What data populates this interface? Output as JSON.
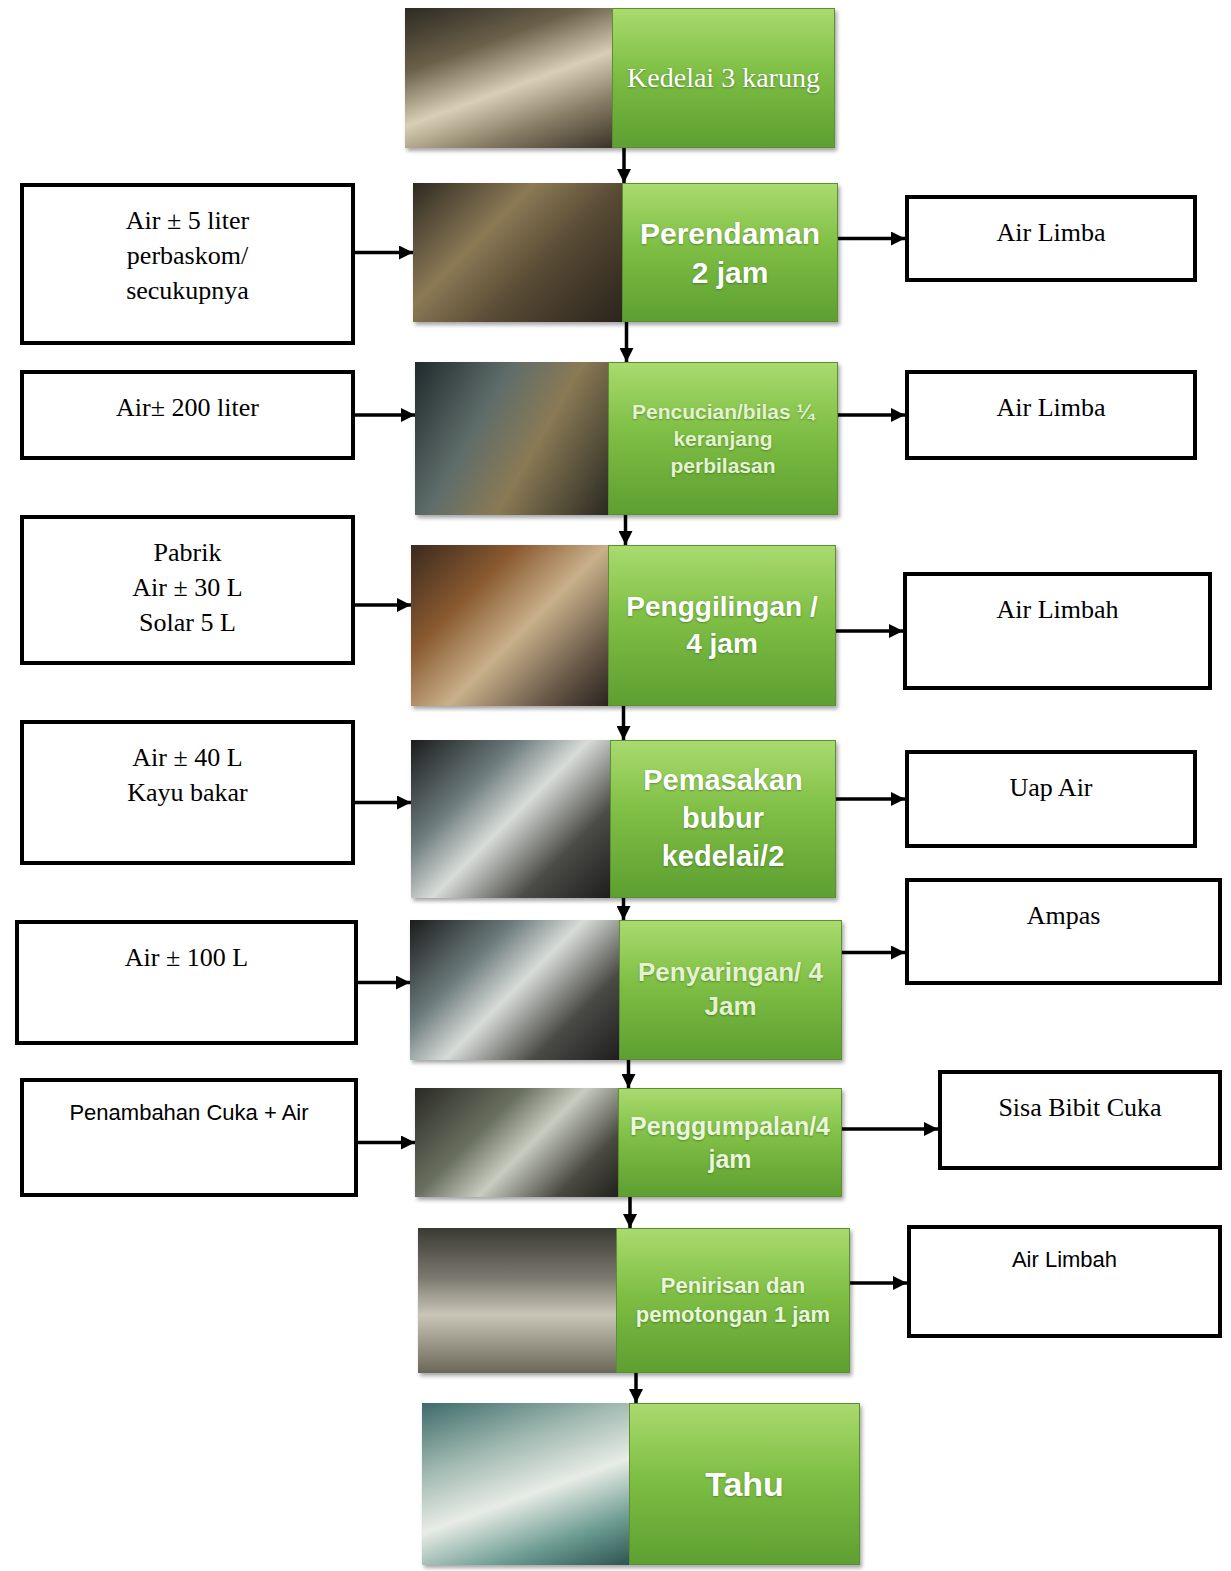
{
  "diagram": {
    "nodes": [
      {
        "text": [
          "Kedelai 3 karung"
        ]
      },
      {
        "text": [
          "Air ± 5 liter perbaskom/ secukupnya"
        ]
      },
      {
        "text": [
          "Perendaman 2 jam"
        ]
      },
      {
        "text": [
          "Air Limba"
        ]
      },
      {
        "text": [
          "Air± 200 liter"
        ]
      },
      {
        "text": [
          "Pencucian/bilas ¼ keranjang perbilasan"
        ]
      },
      {
        "text": [
          "Air Limba"
        ]
      },
      {
        "text": [
          "Pabrik",
          "Air ± 30 L",
          "Solar 5 L"
        ]
      },
      {
        "text": [
          "Penggilingan / 4 jam"
        ]
      },
      {
        "text": [
          "Air Limbah"
        ]
      },
      {
        "text": [
          "Air ± 40 L",
          "Kayu bakar"
        ]
      },
      {
        "text": [
          "Pemasakan bubur kedelai/2"
        ]
      },
      {
        "text": [
          "Uap Air"
        ]
      },
      {
        "text": [
          "Air ± 100 L"
        ]
      },
      {
        "text": [
          "Penyaringan/ 4 Jam"
        ]
      },
      {
        "text": [
          "Ampas"
        ]
      },
      {
        "text": [
          "Penambahan Cuka + Air"
        ]
      },
      {
        "text": [
          "Penggumpalan/4 jam"
        ]
      },
      {
        "text": [
          "Sisa Bibit Cuka"
        ]
      },
      {
        "text": [
          "Penirisan dan pemotongan 1 jam"
        ]
      },
      {
        "text": [
          "Air Limbah"
        ]
      },
      {
        "text": [
          "Tahu"
        ]
      }
    ],
    "edges": [
      {
        "from": 0,
        "to": 2,
        "arrow": "to"
      },
      {
        "from": 1,
        "to": 2,
        "arrow": "to"
      },
      {
        "from": 2,
        "to": 3,
        "arrow": "to"
      },
      {
        "from": 2,
        "to": 5,
        "arrow": "to"
      },
      {
        "from": 4,
        "to": 5,
        "arrow": "to"
      },
      {
        "from": 5,
        "to": 6,
        "arrow": "to"
      },
      {
        "from": 5,
        "to": 8,
        "arrow": "to"
      },
      {
        "from": 7,
        "to": 8,
        "arrow": "to"
      },
      {
        "from": 8,
        "to": 9,
        "arrow": "to"
      },
      {
        "from": 8,
        "to": 11,
        "arrow": "to"
      },
      {
        "from": 10,
        "to": 11,
        "arrow": "to"
      },
      {
        "from": 11,
        "to": 12,
        "arrow": "to"
      },
      {
        "from": 11,
        "to": 14,
        "arrow": "to"
      },
      {
        "from": 13,
        "to": 14,
        "arrow": "to"
      },
      {
        "from": 14,
        "to": 15,
        "arrow": "to"
      },
      {
        "from": 14,
        "to": 17,
        "arrow": "to"
      },
      {
        "from": 16,
        "to": 17,
        "arrow": "to"
      },
      {
        "from": 17,
        "to": 18,
        "arrow": "to"
      },
      {
        "from": 17,
        "to": 19,
        "arrow": "to"
      },
      {
        "from": 19,
        "to": 20,
        "arrow": "to"
      },
      {
        "from": 19,
        "to": 21,
        "arrow": "to"
      }
    ]
  }
}
